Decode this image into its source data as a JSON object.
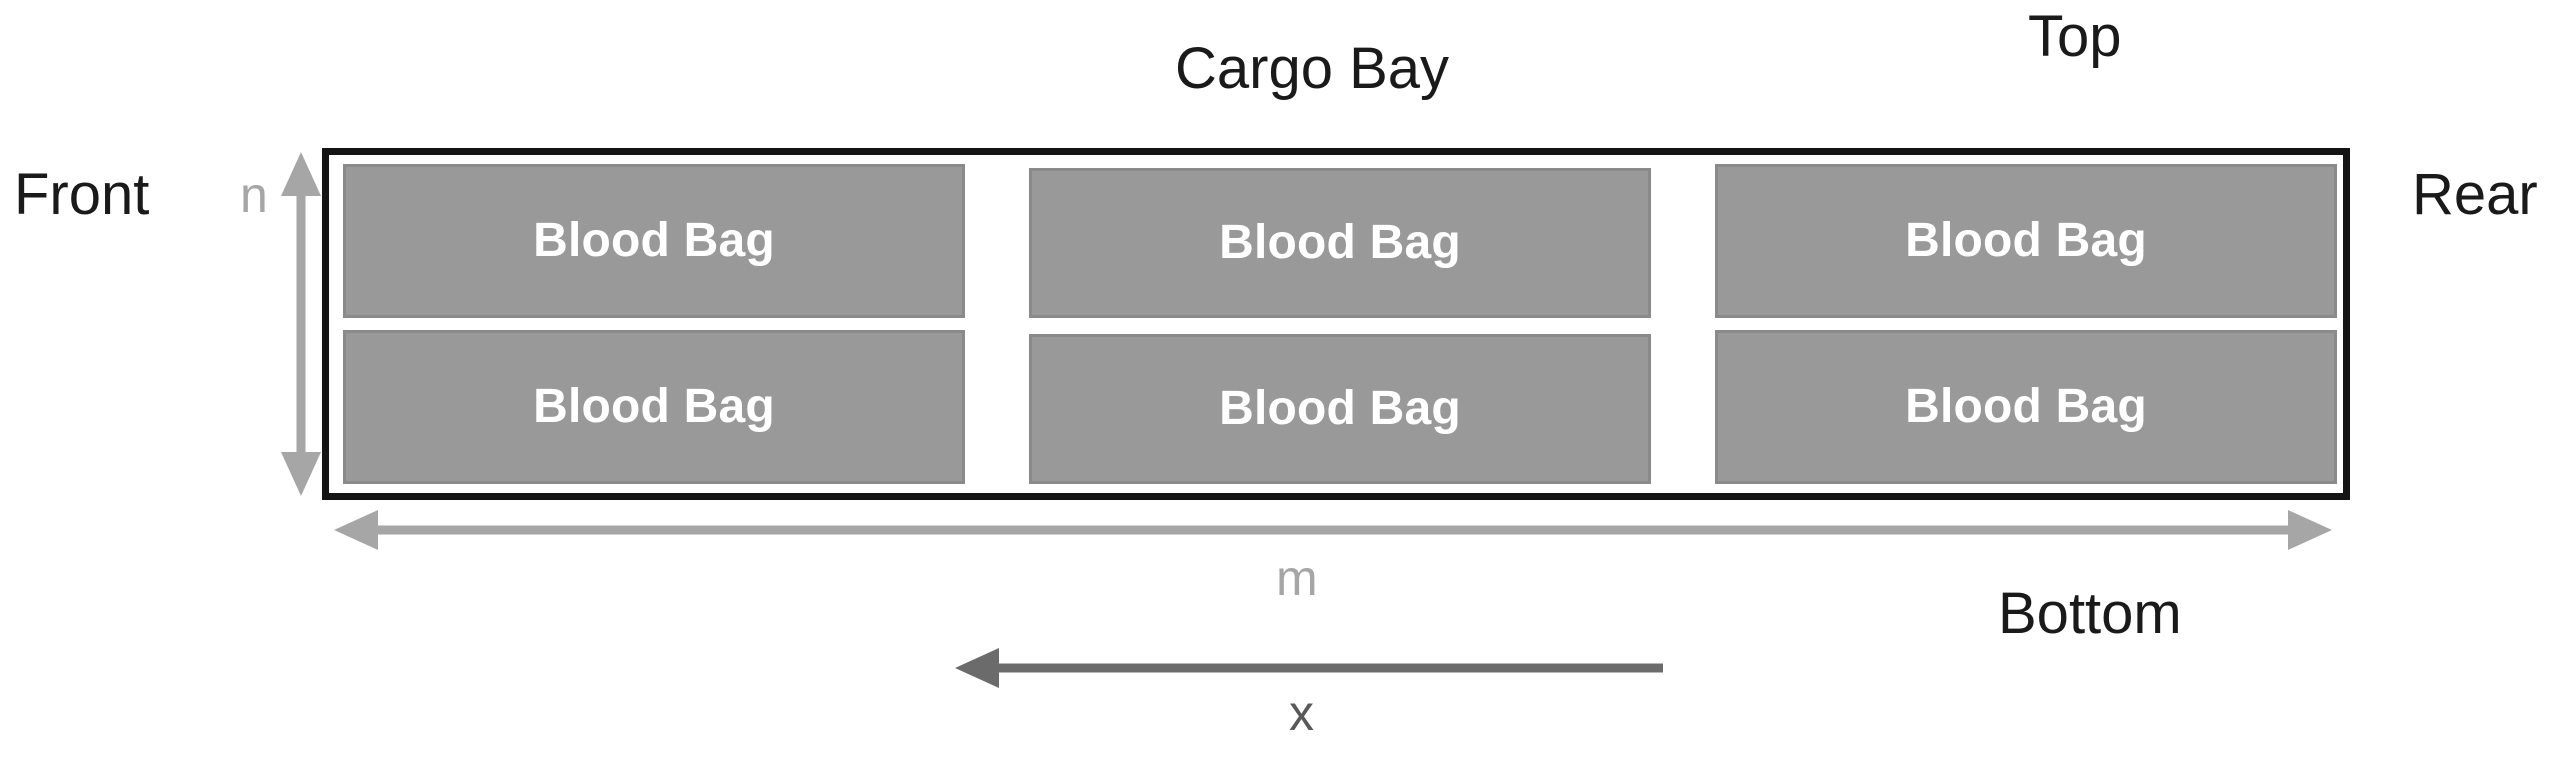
{
  "diagram": {
    "title": "Cargo Bay",
    "labels": {
      "top": "Top",
      "bottom": "Bottom",
      "front": "Front",
      "rear": "Rear",
      "cargo_bay": "Cargo Bay",
      "height_dim": "n",
      "width_dim": "m",
      "position_dim": "x"
    },
    "colors": {
      "bag_fill": "#999999",
      "bag_border": "#8a8a8a",
      "bag_text": "#ffffff",
      "bay_border": "#141414",
      "arrow_grey": "#a6a6a6",
      "arrow_dark": "#595959",
      "label_dark": "#1a1a1a",
      "label_grey": "#a6a6a6",
      "background": "#ffffff"
    },
    "grid": {
      "rows": 2,
      "columns": 3,
      "cell_label": "Blood Bag"
    },
    "bags": [
      {
        "row": 1,
        "col": 1,
        "label": "Blood Bag"
      },
      {
        "row": 1,
        "col": 2,
        "label": "Blood Bag"
      },
      {
        "row": 1,
        "col": 3,
        "label": "Blood Bag"
      },
      {
        "row": 2,
        "col": 1,
        "label": "Blood Bag"
      },
      {
        "row": 2,
        "col": 2,
        "label": "Blood Bag"
      },
      {
        "row": 2,
        "col": 3,
        "label": "Blood Bag"
      }
    ],
    "dimension_arrows": [
      {
        "name": "n",
        "orientation": "vertical",
        "heads": "double",
        "label": "n"
      },
      {
        "name": "m",
        "orientation": "horizontal",
        "heads": "double",
        "label": "m"
      },
      {
        "name": "x",
        "orientation": "horizontal",
        "heads": "single-left",
        "label": "x"
      }
    ]
  }
}
